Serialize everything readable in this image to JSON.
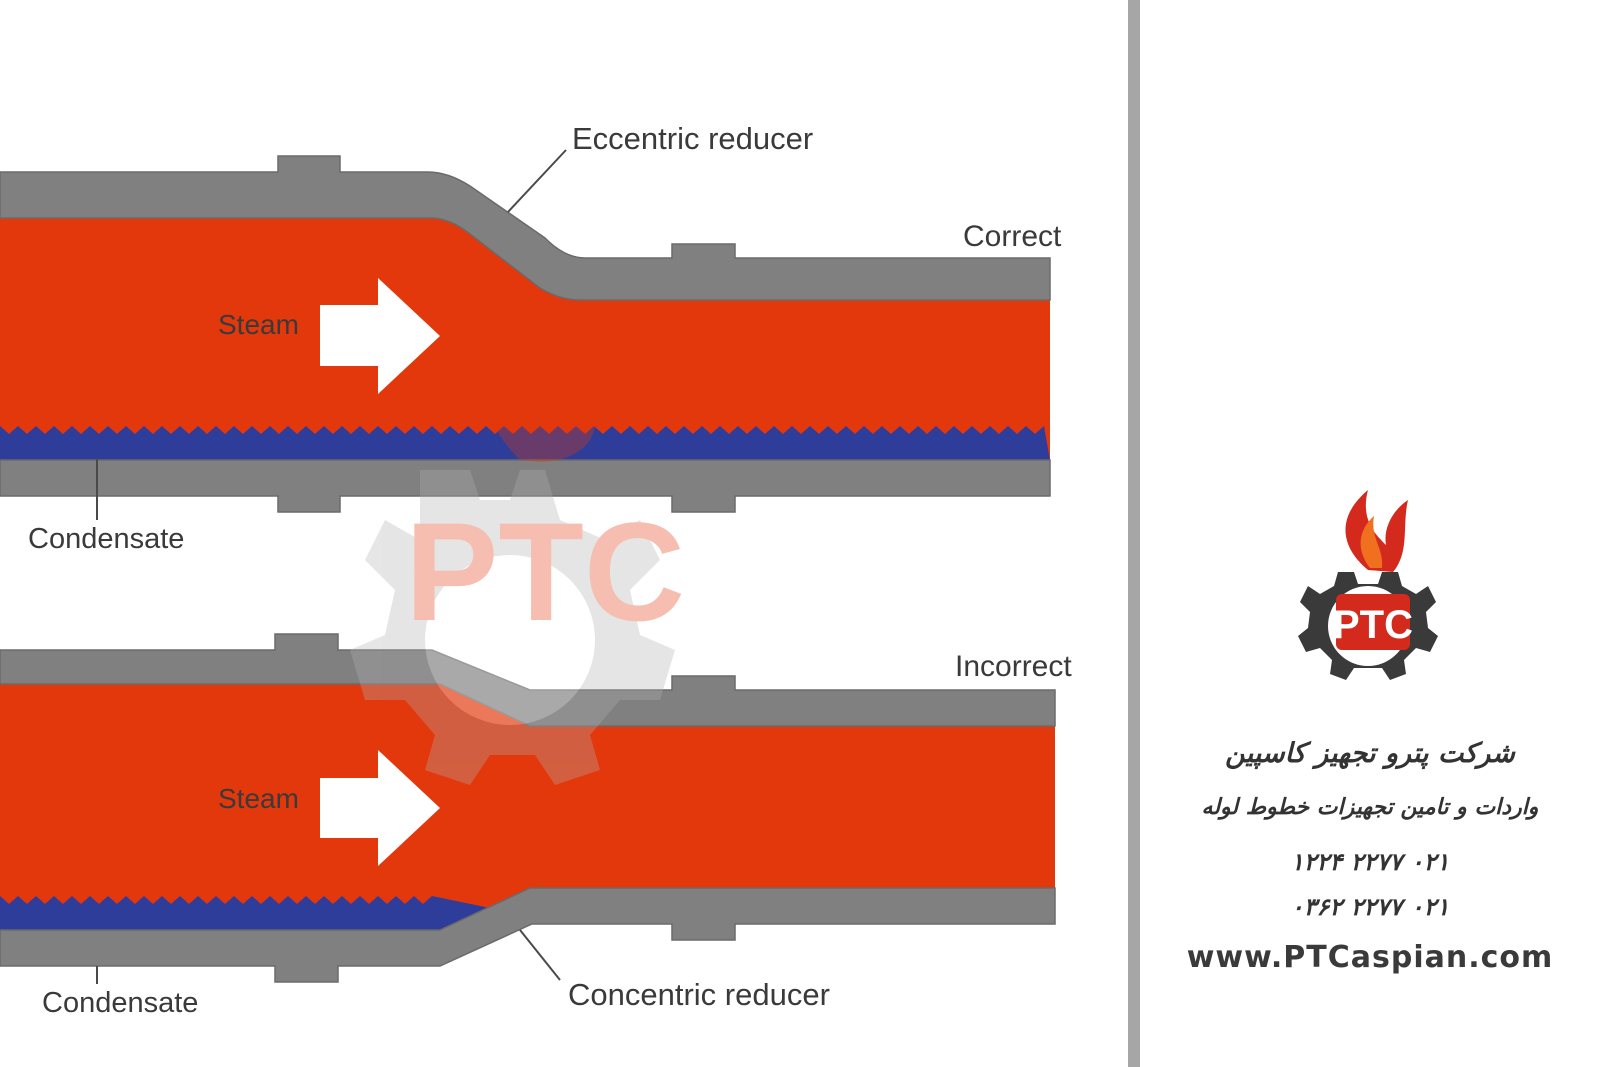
{
  "diagram": {
    "top": {
      "reducer_label": "Eccentric reducer",
      "status_label": "Correct",
      "flow_label": "Steam",
      "condensate_label": "Condensate"
    },
    "bottom": {
      "reducer_label": "Concentric reducer",
      "status_label": "Incorrect",
      "flow_label": "Steam",
      "condensate_label": "Condensate"
    },
    "colors": {
      "steam": "#e3380c",
      "pipe": "#808080",
      "condensate": "#2f3d9a",
      "arrow": "#ffffff",
      "leader": "#4a4a4a"
    }
  },
  "watermark": {
    "logo_text": "PTC",
    "colors": {
      "flame": "#e3380c",
      "gear": "#b0b0b0"
    }
  },
  "brand": {
    "logo_text": "PTC",
    "company_name": "شرکت پترو تجهیز کاسپین",
    "tagline": "واردات و تامین تجهیزات خطوط لوله",
    "phones": [
      "۰۲۱ ۲۲۷۷ ۱۲۲۴",
      "۰۲۱ ۲۲۷۷ ۰۳۶۲"
    ],
    "website": "www.PTCaspian.com",
    "colors": {
      "red": "#d42a1e",
      "gear": "#3a3a3a",
      "divider": "#a6a6a6"
    }
  }
}
